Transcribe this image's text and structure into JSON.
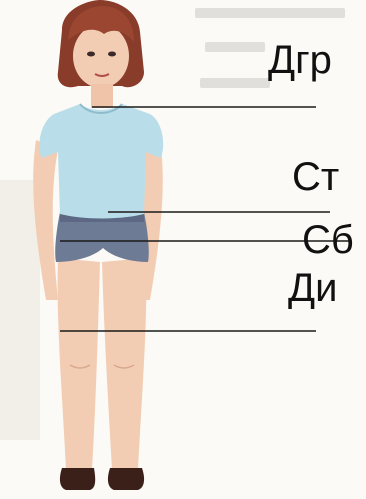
{
  "labels": {
    "chest": "Дгр",
    "waist": "Ст",
    "hip_seat": "Сб",
    "thigh": "Ди"
  },
  "colors": {
    "skin": "#f3cdb3",
    "shirt": "#b9dde9",
    "shorts": "#6e7b95",
    "hair": "#8a3c2a",
    "shoes": "#3a2018",
    "lines": "#1a1a1a"
  }
}
